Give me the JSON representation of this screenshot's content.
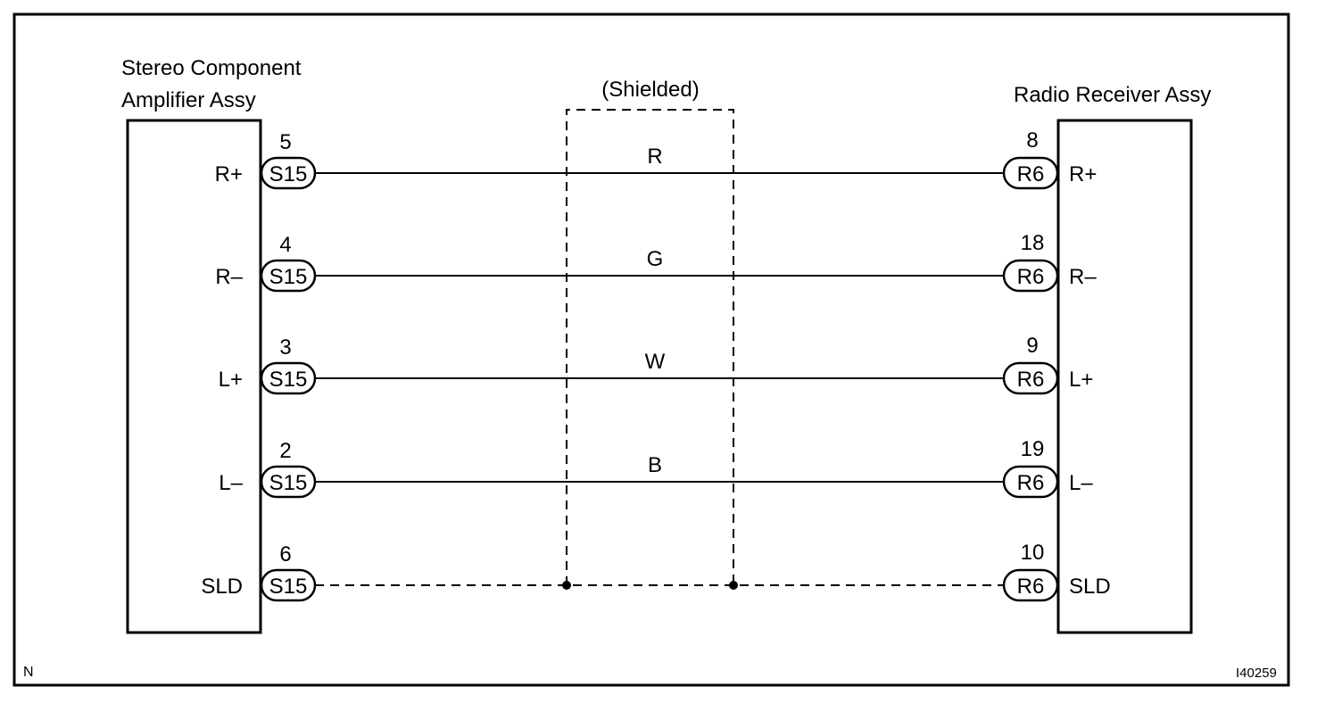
{
  "left_component": {
    "title_line1": "Stereo Component",
    "title_line2": "Amplifier Assy"
  },
  "right_component": {
    "title": "Radio Receiver Assy"
  },
  "shield_label": "(Shielded)",
  "left_connector": "S15",
  "right_connector": "R6",
  "wires": [
    {
      "left_label": "R+",
      "left_pin": "5",
      "color": "R",
      "right_pin": "8",
      "right_label": "R+",
      "shielded_drain": false
    },
    {
      "left_label": "R–",
      "left_pin": "4",
      "color": "G",
      "right_pin": "18",
      "right_label": "R–",
      "shielded_drain": false
    },
    {
      "left_label": "L+",
      "left_pin": "3",
      "color": "W",
      "right_pin": "9",
      "right_label": "L+",
      "shielded_drain": false
    },
    {
      "left_label": "L–",
      "left_pin": "2",
      "color": "B",
      "right_pin": "19",
      "right_label": "L–",
      "shielded_drain": false
    },
    {
      "left_label": "SLD",
      "left_pin": "6",
      "color": "",
      "right_pin": "10",
      "right_label": "SLD",
      "shielded_drain": true
    }
  ],
  "corner_label": "N",
  "figure_id": "I40259"
}
